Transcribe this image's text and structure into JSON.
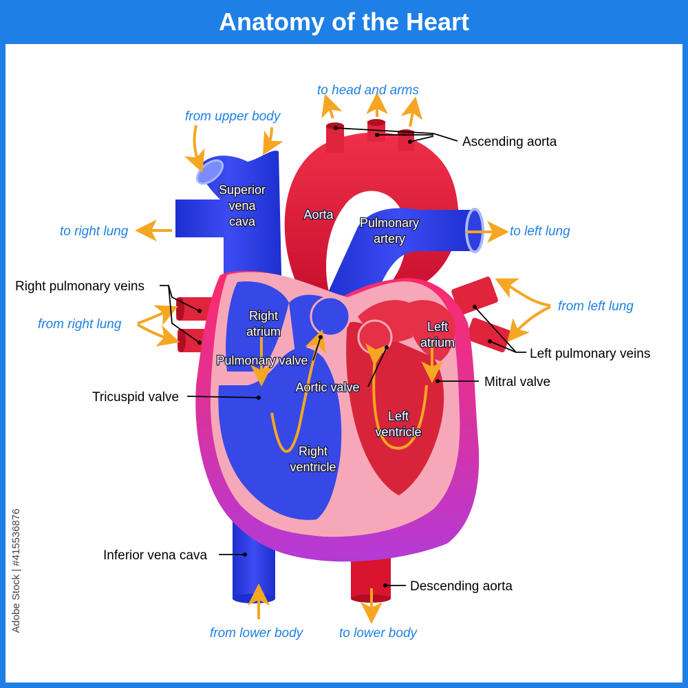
{
  "title": "Anatomy of the Heart",
  "labels": {
    "ascending_aorta": "Ascending aorta",
    "right_pulmonary_veins": "Right pulmonary veins",
    "tricuspid_valve": "Tricuspid valve",
    "inferior_vena_cava": "Inferior vena cava",
    "descending_aorta": "Descending aorta",
    "mitral_valve": "Mitral valve",
    "left_pulmonary_veins": "Left pulmonary veins"
  },
  "flow_labels": {
    "to_head_and_arms": "to head and arms",
    "from_upper_body": "from upper body",
    "to_right_lung": "to right lung",
    "to_left_lung": "to left lung",
    "from_left_lung": "from left lung",
    "from_right_lung": "from right lung",
    "from_lower_body": "from lower body",
    "to_lower_body": "to lower body"
  },
  "inner_labels": {
    "superior_vena_cava": [
      "Superior",
      "vena",
      "cava"
    ],
    "aorta": "Aorta",
    "pulmonary_artery": [
      "Pulmonary",
      "artery"
    ],
    "right_atrium": [
      "Right",
      "atrium"
    ],
    "left_atrium": [
      "Left",
      "atrium"
    ],
    "pulmonary_valve": "Pulmonary valve",
    "aortic_valve": "Aortic valve",
    "left_ventricle": [
      "Left",
      "ventricle"
    ],
    "right_ventricle": [
      "Right",
      "ventricle"
    ]
  },
  "watermark": "Adobe Stock | #415536876",
  "colors": {
    "frame": "#1e7fe6",
    "venous_blue": "#2f3fe0",
    "arterial_red": "#e0243c",
    "heart_wall": "#f4a6b4",
    "heart_outer": "#e8359a",
    "arrow": "#f5a623"
  }
}
